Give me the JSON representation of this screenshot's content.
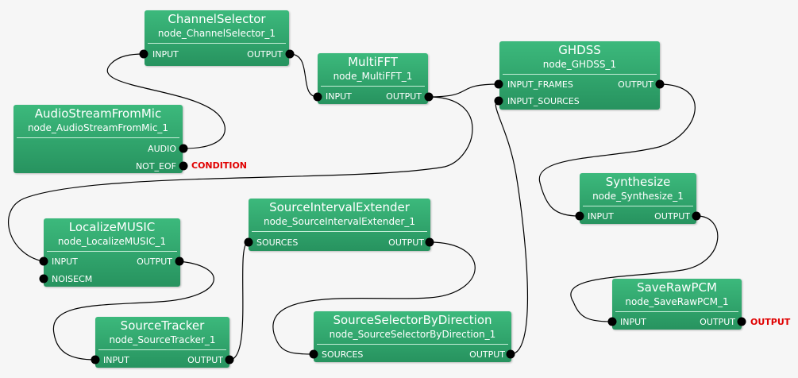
{
  "nodes": {
    "channel_selector": {
      "title": "ChannelSelector",
      "id": "node_ChannelSelector_1",
      "in1": "INPUT",
      "out1": "OUTPUT"
    },
    "audio_stream": {
      "title": "AudioStreamFromMic",
      "id": "node_AudioStreamFromMic_1",
      "out1": "AUDIO",
      "out2": "NOT_EOF"
    },
    "multi_fft": {
      "title": "MultiFFT",
      "id": "node_MultiFFT_1",
      "in1": "INPUT",
      "out1": "OUTPUT"
    },
    "ghdss": {
      "title": "GHDSS",
      "id": "node_GHDSS_1",
      "in1": "INPUT_FRAMES",
      "in2": "INPUT_SOURCES",
      "out1": "OUTPUT"
    },
    "localize_music": {
      "title": "LocalizeMUSIC",
      "id": "node_LocalizeMUSIC_1",
      "in1": "INPUT",
      "in2": "NOISECM",
      "out1": "OUTPUT"
    },
    "source_interval": {
      "title": "SourceIntervalExtender",
      "id": "node_SourceIntervalExtender_1",
      "in1": "SOURCES",
      "out1": "OUTPUT"
    },
    "synthesize": {
      "title": "Synthesize",
      "id": "node_Synthesize_1",
      "in1": "INPUT",
      "out1": "OUTPUT"
    },
    "source_tracker": {
      "title": "SourceTracker",
      "id": "node_SourceTracker_1",
      "in1": "INPUT",
      "out1": "OUTPUT"
    },
    "source_selector": {
      "title": "SourceSelectorByDirection",
      "id": "node_SourceSelectorByDirection_1",
      "in1": "SOURCES",
      "out1": "OUTPUT"
    },
    "save_raw_pcm": {
      "title": "SaveRawPCM",
      "id": "node_SaveRawPCM_1",
      "in1": "INPUT",
      "out1": "OUTPUT"
    }
  },
  "external": {
    "condition": "CONDITION",
    "output": "OUTPUT"
  },
  "colors": {
    "node_top": "#3cb97c",
    "node_bottom": "#27935f",
    "wire": "#000000",
    "external_label": "#e00000",
    "background": "#f6f6f6"
  }
}
